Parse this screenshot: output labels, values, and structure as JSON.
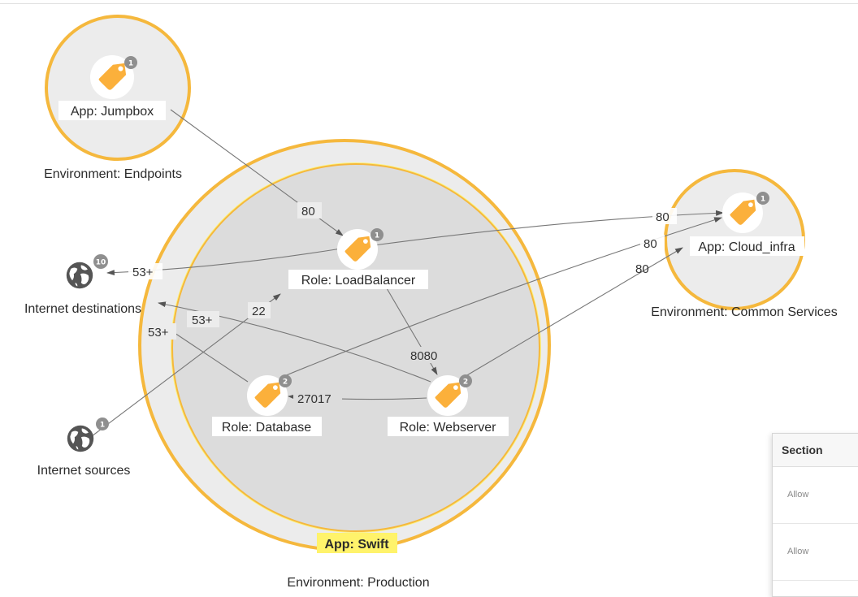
{
  "groups": {
    "endpoints": "Environment: Endpoints",
    "production": "Environment: Production",
    "common_services": "Environment: Common Services",
    "swift_app": "App: Swift"
  },
  "nodes": {
    "jumpbox": {
      "label": "App: Jumpbox",
      "badge": "1",
      "icon": "tag-icon"
    },
    "cloud_infra": {
      "label": "App: Cloud_infra",
      "badge": "1",
      "icon": "tag-icon"
    },
    "loadbalancer": {
      "label": "Role: LoadBalancer",
      "badge": "1",
      "icon": "tag-icon"
    },
    "database": {
      "label": "Role: Database",
      "badge": "2",
      "icon": "tag-icon"
    },
    "webserver": {
      "label": "Role: Webserver",
      "badge": "2",
      "icon": "tag-icon"
    },
    "internet_destinations": {
      "label": "Internet destinations",
      "badge": "10",
      "icon": "globe-icon"
    },
    "internet_sources": {
      "label": "Internet sources",
      "badge": "1",
      "icon": "globe-icon"
    }
  },
  "edges": {
    "jumpbox_lb": "80",
    "lb_cloud": "80",
    "db_cloud": "80",
    "web_cloud": "80",
    "lb_inet": "53+",
    "db_inet": "53+",
    "web_inet": "53+",
    "src_lb": "22",
    "lb_web": "8080",
    "web_db": "27017"
  },
  "panel": {
    "header": "Section",
    "rows": [
      "Allow",
      "Allow"
    ]
  },
  "colors": {
    "group_ring": "#f5b83d",
    "group_fill": "#ececec",
    "app_ring_glow": "#fff36b",
    "tag": "#fbb03b",
    "badge": "#8f8f8f",
    "globe": "#555555",
    "edge": "#777777"
  }
}
